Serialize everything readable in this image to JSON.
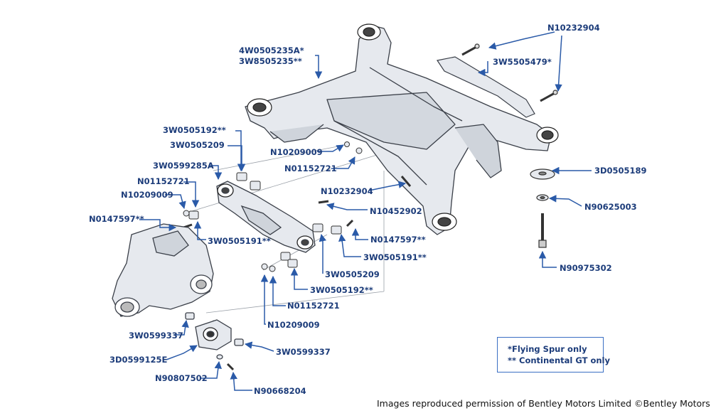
{
  "labels": {
    "n10232904_top": "N10232904",
    "p4w0505235a": "4W0505235A*",
    "p3w8505235": "3W8505235**",
    "p3w5505479": "3W5505479*",
    "p3w0505192_top": "3W0505192**",
    "p3w0505209_top": "3W0505209",
    "n10209009_mid": "N10209009",
    "p3w0599285a": "3W0599285A",
    "n01152721_mid": "N01152721",
    "n01152721_left": "N01152721",
    "n10209009_left": "N10209009",
    "n0147597_left": "N0147597**",
    "p3d0505189": "3D0505189",
    "n10232904_mid": "N10232904",
    "n90625003": "N90625003",
    "n10452902": "N10452902",
    "n0147597_right": "N0147597**",
    "p3w0505191_left": "3W0505191**",
    "p3w0505191_right": "3W0505191**",
    "n90975302": "N90975302",
    "p3w0505209_bot": "3W0505209",
    "p3w0505192_bot": "3W0505192**",
    "n01152721_bot": "N01152721",
    "n10209009_bot": "N10209009",
    "p3w0599337_left": "3W0599337",
    "p3w0599337_right": "3W0599337",
    "p3d0599125e": "3D0599125E",
    "n90807502": "N90807502",
    "n90668204": "N90668204"
  },
  "legend": {
    "line1": "*Flying Spur only",
    "line2": "** Continental GT only"
  },
  "footer": "Images reproduced permission of Bentley Motors Limited ©Bentley Motors Limited",
  "colors": {
    "label_text": "#1c3c7a",
    "arrow": "#2a5aa8",
    "part_fill": "#e6e9ee",
    "part_stroke": "#3a3f48",
    "legend_border": "#3a6fc4"
  }
}
